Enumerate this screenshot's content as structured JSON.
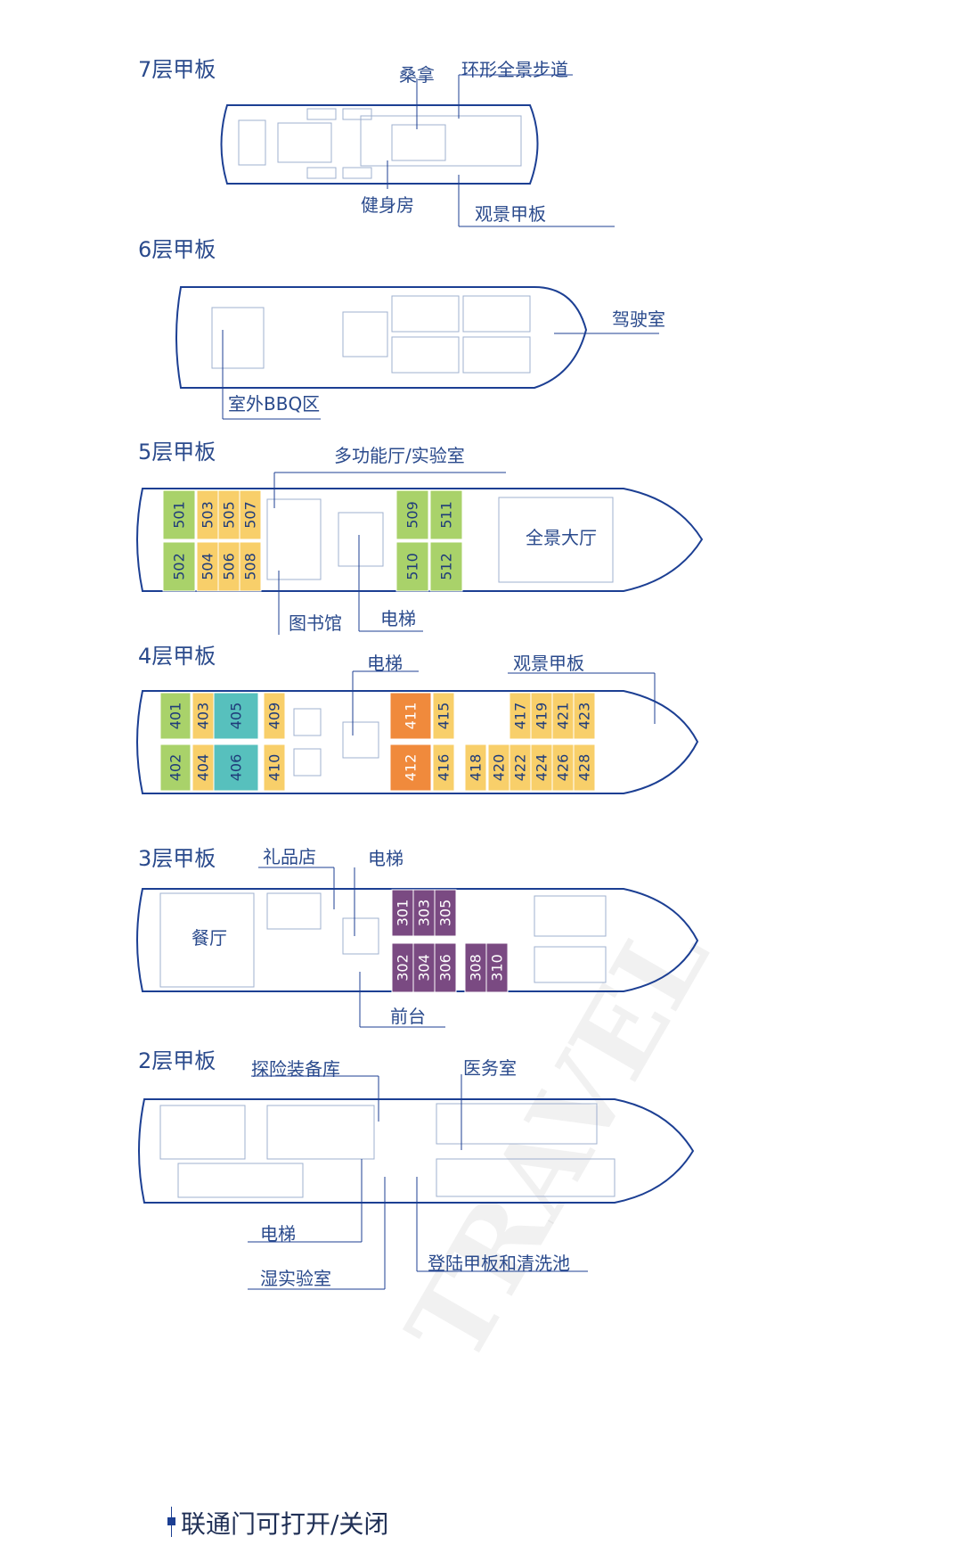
{
  "decks": {
    "d7": {
      "title": "7层甲板",
      "labels": {
        "sauna": "桑拿",
        "walkway": "环形全景步道",
        "gym": "健身房",
        "obs": "观景甲板"
      }
    },
    "d6": {
      "title": "6层甲板",
      "labels": {
        "bridge": "驾驶室",
        "bbq": "室外BBQ区"
      }
    },
    "d5": {
      "title": "5层甲板",
      "labels": {
        "multi": "多功能厅/实验室",
        "panorama": "全景大厅",
        "library": "图书馆",
        "elevator": "电梯"
      },
      "cabins": [
        "501",
        "503",
        "505",
        "507",
        "502",
        "504",
        "506",
        "508",
        "509",
        "511",
        "510",
        "512"
      ]
    },
    "d4": {
      "title": "4层甲板",
      "labels": {
        "elevator": "电梯",
        "obs": "观景甲板"
      },
      "cabins": [
        "401",
        "403",
        "405",
        "409",
        "402",
        "404",
        "406",
        "410",
        "411",
        "415",
        "412",
        "416",
        "417",
        "419",
        "421",
        "423",
        "418",
        "420",
        "422",
        "424",
        "426",
        "428"
      ]
    },
    "d3": {
      "title": "3层甲板",
      "labels": {
        "gift": "礼品店",
        "elevator": "电梯",
        "dining": "餐厅",
        "reception": "前台"
      },
      "cabins": [
        "301",
        "303",
        "305",
        "302",
        "304",
        "306",
        "308",
        "310"
      ]
    },
    "d2": {
      "title": "2层甲板",
      "labels": {
        "gear": "探险装备库",
        "medical": "医务室",
        "elevator": "电梯",
        "wetlab": "湿实验室",
        "landing": "登陆甲板和清洗池"
      }
    }
  },
  "legend": {
    "text": "联通门可打开/关闭"
  },
  "colors": {
    "line": "#1c3f93",
    "green": "#a9d26a",
    "yellow": "#f8cf6a",
    "teal": "#57c0bd",
    "orange": "#f08a3c",
    "purple": "#7a4a82"
  }
}
